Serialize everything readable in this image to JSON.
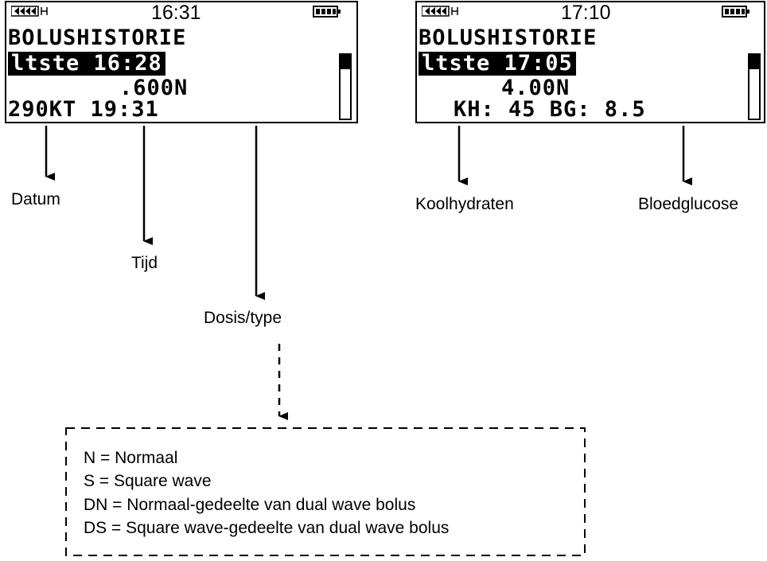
{
  "screens": [
    {
      "clock": "16:31",
      "title": "BOLUSHISTORIE",
      "highlight": "ltste  16:28",
      "line2": ".600N",
      "line3": "290KT 19:31",
      "scroll_position": 0.22
    },
    {
      "clock": "17:10",
      "title": "BOLUSHISTORIE",
      "highlight": "ltste  17:05",
      "line2": "4.00N",
      "line3": "KH:  45 BG: 8.5",
      "scroll_position": 0.22
    }
  ],
  "callouts": {
    "datum": "Datum",
    "tijd": "Tijd",
    "dosis_type": "Dosis/type",
    "koolhydraten": "Koolhydraten",
    "bloedglucose": "Bloedglucose"
  },
  "legend": {
    "items": [
      "N = Normaal",
      "S = Square wave",
      "DN = Normaal-gedeelte van dual wave bolus",
      "DS = Square wave-gedeelte van dual wave bolus"
    ]
  },
  "icons": {
    "signal": "signal-strength-icon",
    "battery": "battery-full-icon"
  },
  "colors": {
    "foreground": "#000000",
    "background": "#ffffff"
  }
}
